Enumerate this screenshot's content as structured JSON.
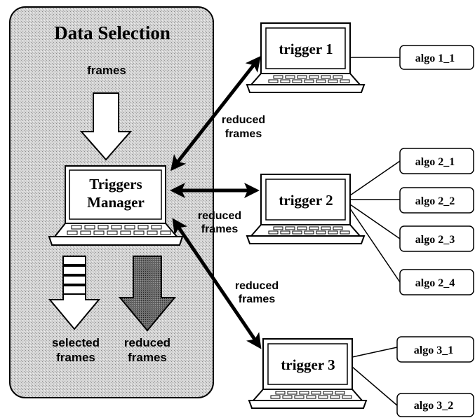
{
  "panel": {
    "title": "Data Selection"
  },
  "manager": {
    "line1": "Triggers",
    "line2": "Manager"
  },
  "flows": {
    "input_frames": "frames",
    "selected_line1": "selected",
    "selected_line2": "frames",
    "reduced_out_line1": "reduced",
    "reduced_out_line2": "frames"
  },
  "links": [
    {
      "line1": "reduced",
      "line2": "frames"
    },
    {
      "line1": "reduced",
      "line2": "frames"
    },
    {
      "line1": "reduced",
      "line2": "frames"
    }
  ],
  "triggers": [
    {
      "label": "trigger 1"
    },
    {
      "label": "trigger 2"
    },
    {
      "label": "trigger 3"
    }
  ],
  "algos": [
    {
      "label": "algo 1_1"
    },
    {
      "label": "algo 2_1"
    },
    {
      "label": "algo 2_2"
    },
    {
      "label": "algo 2_3"
    },
    {
      "label": "algo 2_4"
    },
    {
      "label": "algo 3_1"
    },
    {
      "label": "algo 3_2"
    }
  ],
  "colors": {
    "panel_fill": "#cfcfcf",
    "ink": "#000000",
    "paper": "#ffffff",
    "dark_arrow": "#555555"
  }
}
